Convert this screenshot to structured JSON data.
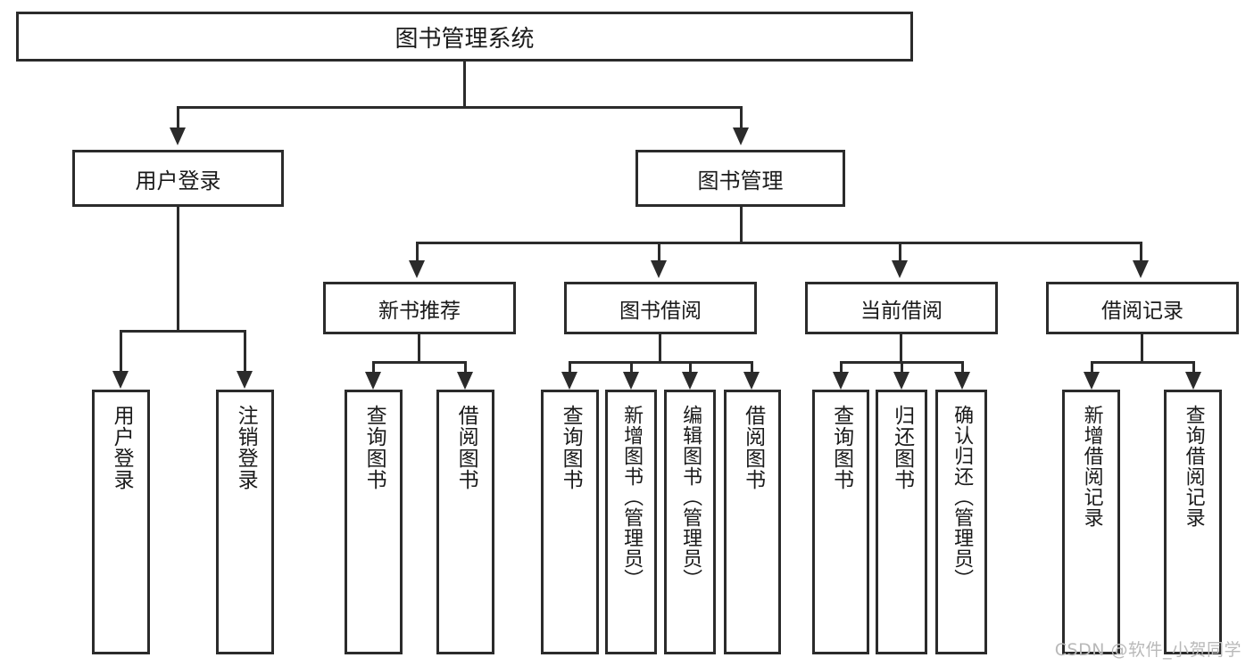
{
  "diagram": {
    "title": "图书管理系统",
    "type": "tree",
    "root": {
      "label": "图书管理系统"
    },
    "level2": [
      {
        "label": "用户登录"
      },
      {
        "label": "图书管理"
      }
    ],
    "level3": [
      {
        "label": "新书推荐"
      },
      {
        "label": "图书借阅"
      },
      {
        "label": "当前借阅"
      },
      {
        "label": "借阅记录"
      }
    ],
    "leaves": {
      "user_login": [
        {
          "label": "用户登录"
        },
        {
          "label": "注销登录"
        }
      ],
      "new_book_recommend": [
        {
          "label": "查询图书"
        },
        {
          "label": "借阅图书"
        }
      ],
      "book_borrow": [
        {
          "label": "查询图书"
        },
        {
          "label": "新增图书（管理员）"
        },
        {
          "label": "编辑图书（管理员）"
        },
        {
          "label": "借阅图书"
        }
      ],
      "current_borrow": [
        {
          "label": "查询图书"
        },
        {
          "label": "归还图书"
        },
        {
          "label": "确认归还（管理员）"
        }
      ],
      "borrow_records": [
        {
          "label": "新增借阅记录"
        },
        {
          "label": "查询借阅记录"
        }
      ]
    }
  },
  "watermark": {
    "text": "CSDN @软件_小贺同学"
  },
  "colors": {
    "stroke": "#2b2b2b",
    "fill": "#ffffff",
    "text": "#1a1a1a",
    "watermark": "#b9b9b9"
  }
}
